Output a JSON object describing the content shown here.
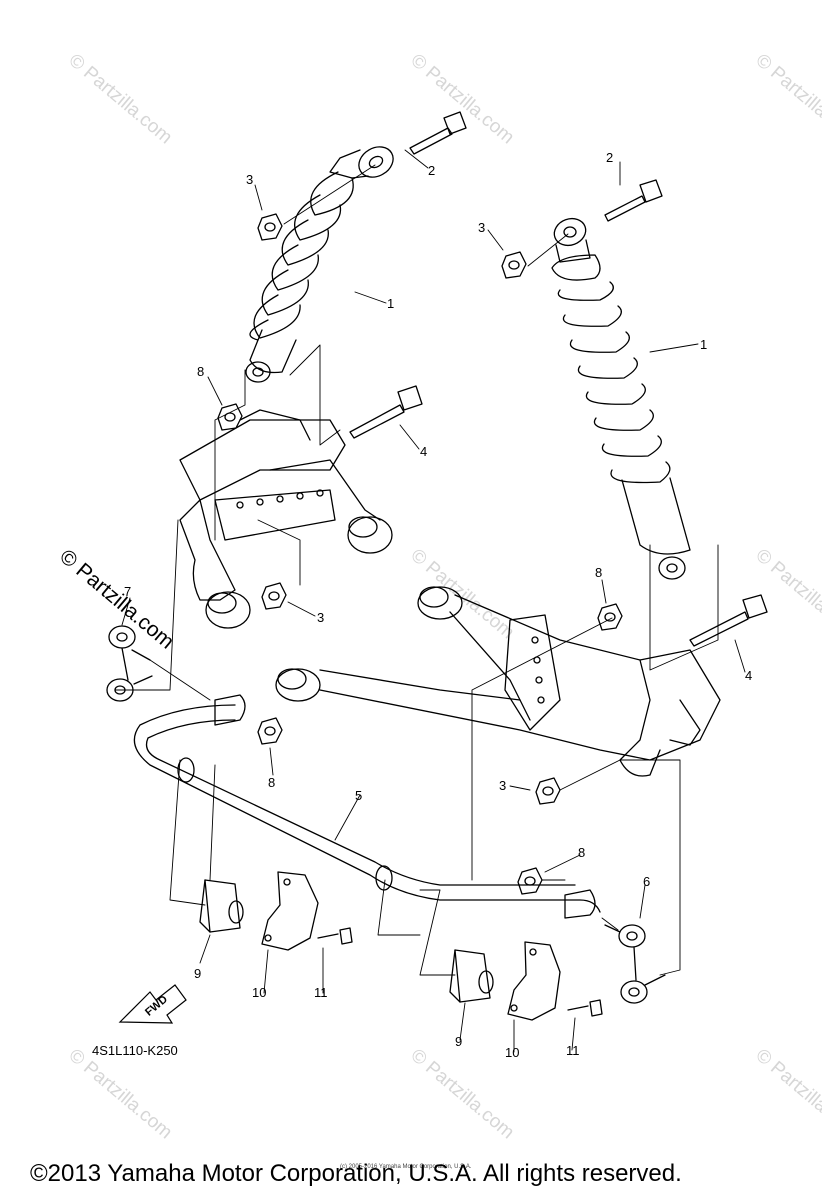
{
  "watermark": "© Partzilla.com",
  "side_watermark": "© Partzilla.com",
  "callouts": [
    "1",
    "2",
    "3",
    "1",
    "2",
    "3",
    "4",
    "8",
    "3",
    "7",
    "8",
    "4",
    "8",
    "3",
    "5",
    "8",
    "6",
    "9",
    "10",
    "11",
    "9",
    "10",
    "11"
  ],
  "forward_arrow_label": "FWD",
  "drawing_code": "4S1L110-K250",
  "tiny_copyright": "(c) 2005-2016 Yamaha Motor Corporation, U.S.A.",
  "copyright": "©2013 Yamaha Motor Corporation, U.S.A. All rights reserved."
}
